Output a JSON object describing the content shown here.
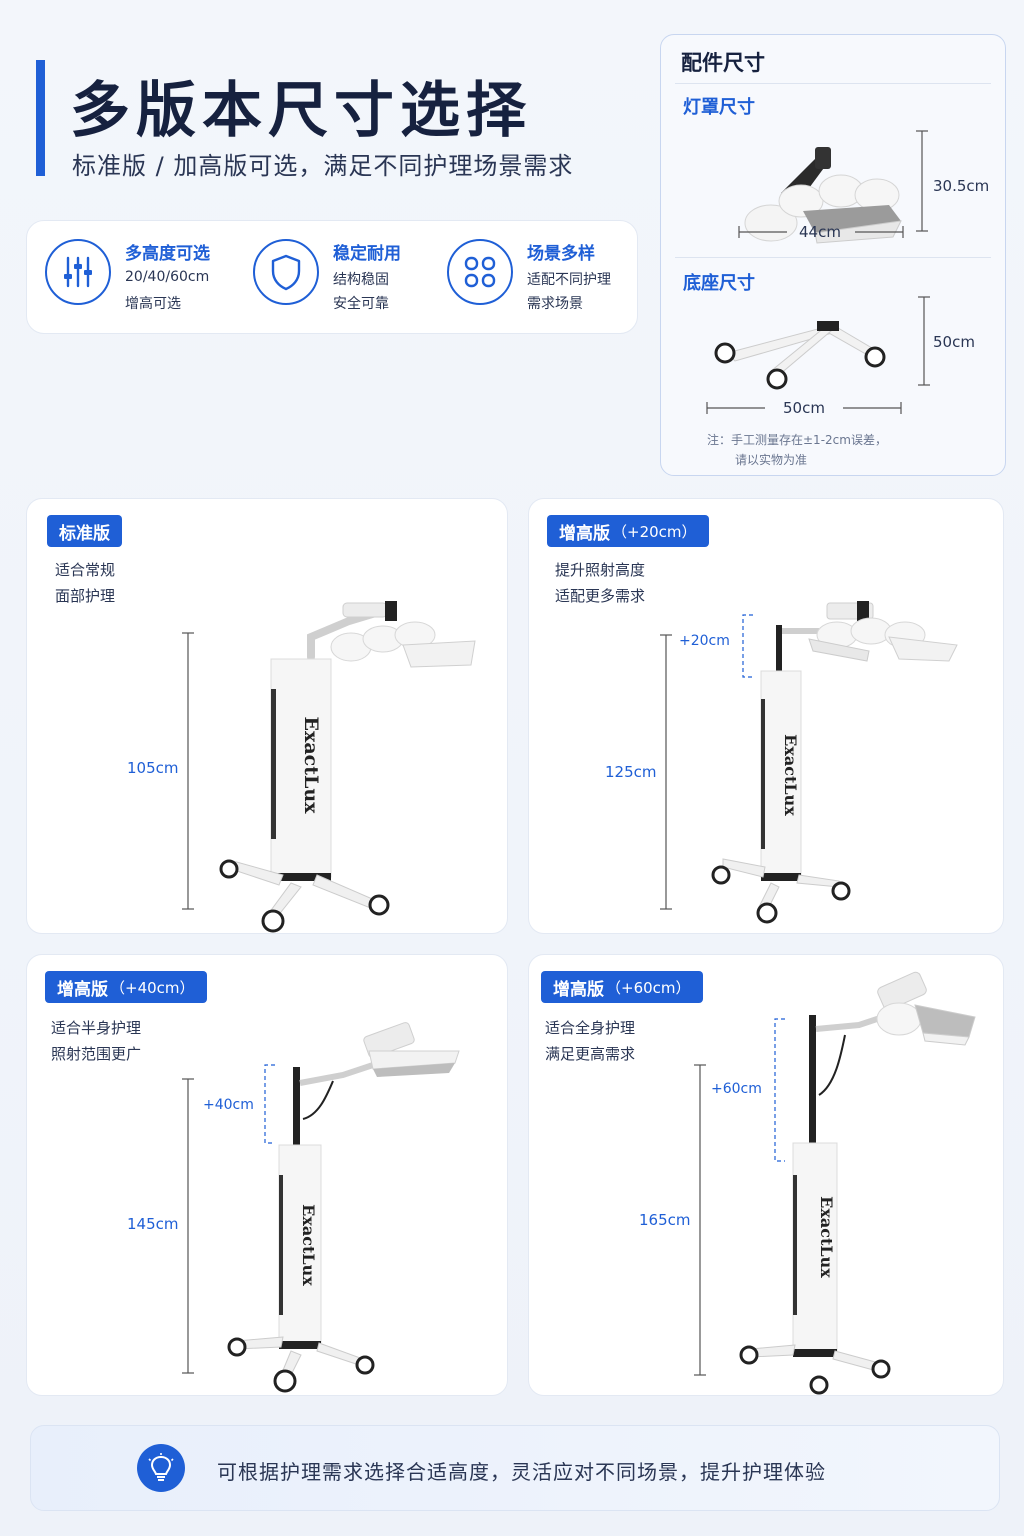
{
  "header": {
    "title": "多版本尺寸选择",
    "subtitle": "标准版 / 加高版可选，满足不同护理场景需求"
  },
  "features": [
    {
      "icon": "sliders-icon",
      "title": "多高度可选",
      "line1": "20/40/60cm",
      "line2": "增高可选"
    },
    {
      "icon": "shield-icon",
      "title": "稳定耐用",
      "line1": "结构稳固",
      "line2": "安全可靠"
    },
    {
      "icon": "grid-icon",
      "title": "场景多样",
      "line1": "适配不同护理",
      "line2": "需求场景"
    }
  ],
  "accessories": {
    "title": "配件尺寸",
    "lamp": {
      "label": "灯罩尺寸",
      "width": "44cm",
      "height": "30.5cm"
    },
    "base": {
      "label": "底座尺寸",
      "width": "50cm",
      "height": "50cm"
    },
    "note_line1": "注：手工测量存在±1-2cm误差，",
    "note_line2": "请以实物为准"
  },
  "versions": [
    {
      "badge": "标准版",
      "badge_extra": "",
      "desc1": "适合常规",
      "desc2": "面部护理",
      "height": "105cm",
      "extra": "",
      "brand": "ExactLux"
    },
    {
      "badge": "增高版",
      "badge_extra": "（+20cm）",
      "desc1": "提升照射高度",
      "desc2": "适配更多需求",
      "height": "125cm",
      "extra": "+20cm",
      "brand": "ExactLux"
    },
    {
      "badge": "增高版",
      "badge_extra": "（+40cm）",
      "desc1": "适合半身护理",
      "desc2": "照射范围更广",
      "height": "145cm",
      "extra": "+40cm",
      "brand": "ExactLux"
    },
    {
      "badge": "增高版",
      "badge_extra": "（+60cm）",
      "desc1": "适合全身护理",
      "desc2": "满足更高需求",
      "height": "165cm",
      "extra": "+60cm",
      "brand": "ExactLux"
    }
  ],
  "footer": {
    "icon": "lightbulb-icon",
    "text": "可根据护理需求选择合适高度，灵活应对不同场景，提升护理体验"
  },
  "colors": {
    "accent": "#1f5fd6",
    "text": "#16213f"
  }
}
